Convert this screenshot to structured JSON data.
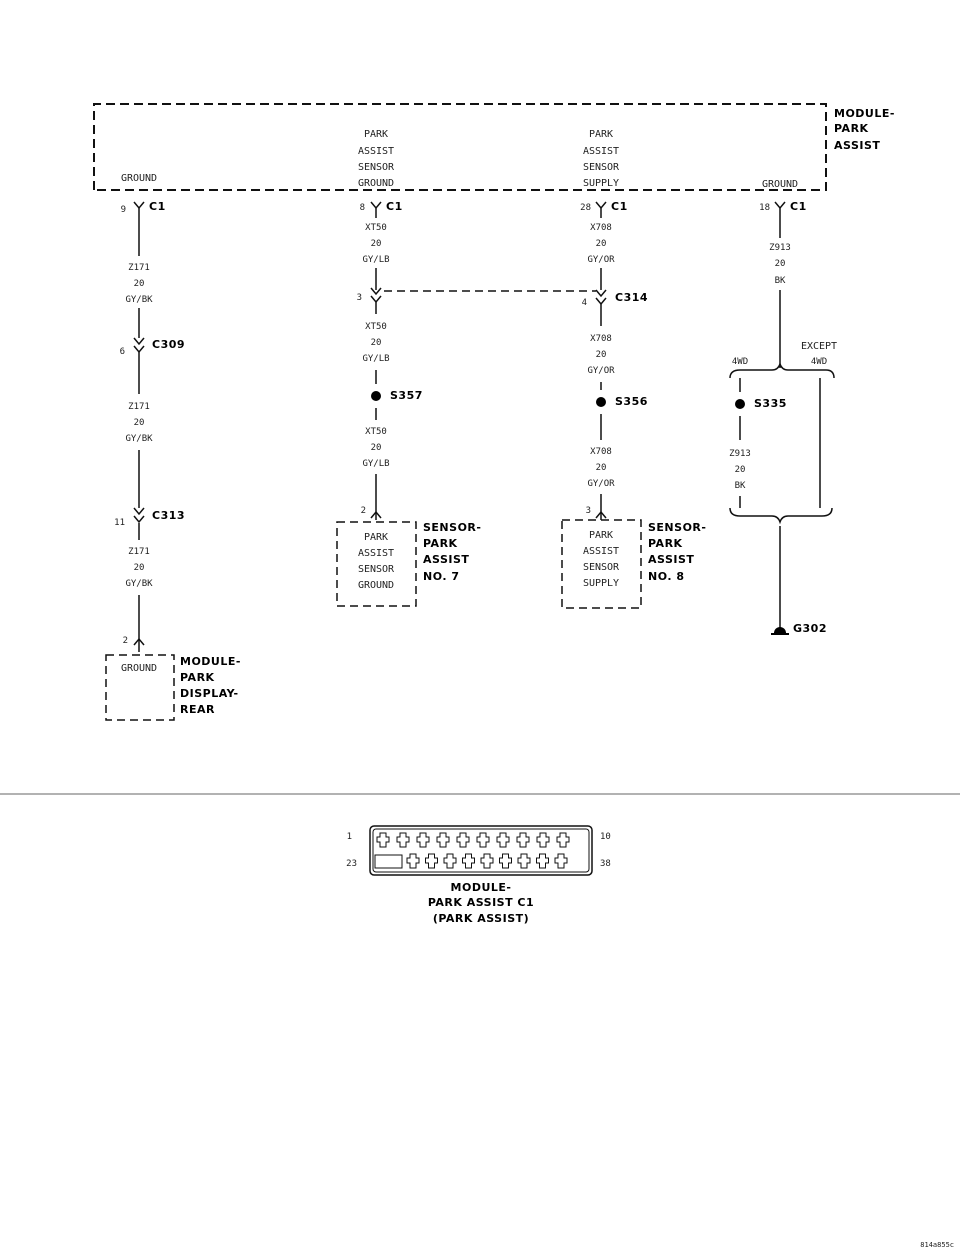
{
  "module_park_assist": {
    "title": [
      "MODULE-",
      "PARK",
      "ASSIST"
    ],
    "pin_ground_left": "GROUND",
    "pin_sensor_ground": [
      "PARK",
      "ASSIST",
      "SENSOR",
      "GROUND"
    ],
    "pin_sensor_supply": [
      "PARK",
      "ASSIST",
      "SENSOR",
      "SUPPLY"
    ],
    "pin_ground_right": "GROUND"
  },
  "c1_pins": [
    {
      "pin": "9",
      "conn": "C1"
    },
    {
      "pin": "8",
      "conn": "C1"
    },
    {
      "pin": "28",
      "conn": "C1"
    },
    {
      "pin": "18",
      "conn": "C1"
    }
  ],
  "wires": {
    "z171_a": [
      "Z171",
      "20",
      "GY/BK"
    ],
    "z171_b": [
      "Z171",
      "20",
      "GY/BK"
    ],
    "z171_c": [
      "Z171",
      "20",
      "GY/BK"
    ],
    "xt50_a": [
      "XT50",
      "20",
      "GY/LB"
    ],
    "xt50_b": [
      "XT50",
      "20",
      "GY/LB"
    ],
    "xt50_c": [
      "XT50",
      "20",
      "GY/LB"
    ],
    "x708_a": [
      "X708",
      "20",
      "GY/OR"
    ],
    "x708_b": [
      "X708",
      "20",
      "GY/OR"
    ],
    "x708_c": [
      "X708",
      "20",
      "GY/OR"
    ],
    "z913_a": [
      "Z913",
      "20",
      "BK"
    ],
    "z913_b": [
      "Z913",
      "20",
      "BK"
    ]
  },
  "connectors": {
    "c309": {
      "pin": "6",
      "name": "C309"
    },
    "c313": {
      "pin": "11",
      "name": "C313"
    },
    "c314": {
      "pin_left": "3",
      "pin_right": "4",
      "name": "C314"
    }
  },
  "splices": {
    "s357": "S357",
    "s356": "S356",
    "s335": "S335"
  },
  "ground": "G302",
  "options": {
    "left": "4WD",
    "right": [
      "EXCEPT",
      "4WD"
    ]
  },
  "sensor7": {
    "pin": "2",
    "text": [
      "PARK",
      "ASSIST",
      "SENSOR",
      "GROUND"
    ],
    "title": [
      "SENSOR-",
      "PARK",
      "ASSIST",
      "NO. 7"
    ]
  },
  "sensor8": {
    "pin": "3",
    "text": [
      "PARK",
      "ASSIST",
      "SENSOR",
      "SUPPLY"
    ],
    "title": [
      "SENSOR-",
      "PARK",
      "ASSIST",
      "NO. 8"
    ]
  },
  "display_module": {
    "pin": "2",
    "text": "GROUND",
    "title": [
      "MODULE-",
      "PARK",
      "DISPLAY-",
      "REAR"
    ]
  },
  "connector_view": {
    "pin_tl": "1",
    "pin_tr": "10",
    "pin_bl": "23",
    "pin_br": "38",
    "title": [
      "MODULE-",
      "PARK ASSIST C1",
      "(PARK ASSIST)"
    ]
  },
  "figure_id": "814a855c"
}
